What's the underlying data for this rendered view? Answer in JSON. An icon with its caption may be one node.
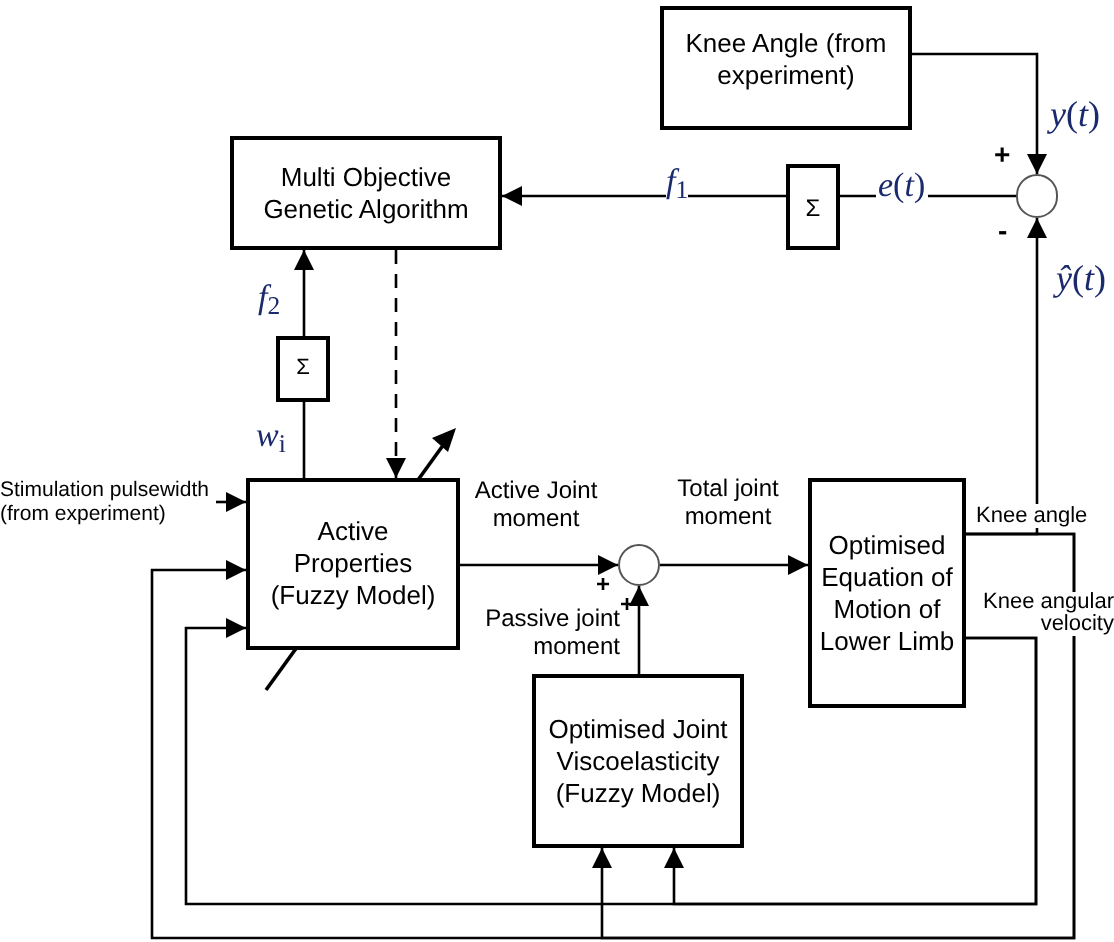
{
  "diagram": {
    "nodes": [
      {
        "text": [
          "Knee Angle (from experiment)"
        ]
      },
      {
        "text": [],
        "shape": "circle"
      },
      {
        "text": [
          "Σ"
        ]
      },
      {
        "text": [
          "Multi Objective Genetic Algorithm"
        ]
      },
      {
        "text": [
          "Σ"
        ]
      },
      {
        "text": [
          "Active Properties (Fuzzy Model)"
        ]
      },
      {
        "text": [],
        "shape": "circle"
      },
      {
        "text": [
          "Optimised Equation of Motion of Lower Limb"
        ]
      },
      {
        "text": [
          "Optimised Joint Viscoelasticity (Fuzzy Model)"
        ]
      },
      {
        "text": [
          "Stimulation pulsewidth (from experiment)"
        ]
      }
    ],
    "edges": [
      {
        "from": 0,
        "to": 1,
        "arrow": "to"
      },
      {
        "from": 1,
        "to": 2,
        "arrow": "none",
        "label": "*e*(*t*)"
      },
      {
        "from": 2,
        "to": 3,
        "arrow": "to",
        "label": "*f*$_{1}$"
      },
      {
        "from": 4,
        "to": 3,
        "arrow": "to",
        "label": "*f*$_{2}$"
      },
      {
        "from": 5,
        "to": 4,
        "arrow": "none",
        "label": "*w*$_{i}$"
      },
      {
        "from": 3,
        "to": 5,
        "arrow": "to",
        "style": "dashed"
      },
      {
        "from": 9,
        "to": 5,
        "arrow": "to"
      },
      {
        "from": 5,
        "to": 6,
        "arrow": "to",
        "label": "Active Joint moment"
      },
      {
        "from": 8,
        "to": 6,
        "arrow": "to",
        "label": "Passive joint moment"
      },
      {
        "from": 6,
        "to": 7,
        "arrow": "to",
        "label": "Total joint moment"
      },
      {
        "from": 7,
        "to": 1,
        "arrow": "to",
        "label": "Knee angle"
      },
      {
        "from": 7,
        "to": 5,
        "arrow": "to"
      },
      {
        "from": 7,
        "to": 8,
        "arrow": "to"
      },
      {
        "from": 7,
        "to": 5,
        "arrow": "to",
        "label": "Knee angular velocity"
      },
      {
        "from": 7,
        "to": 8,
        "arrow": "to"
      }
    ],
    "labels": [
      "*y*(*t*)",
      "+",
      "-",
      "*ŷ*(*t*)",
      "+",
      "+"
    ]
  }
}
